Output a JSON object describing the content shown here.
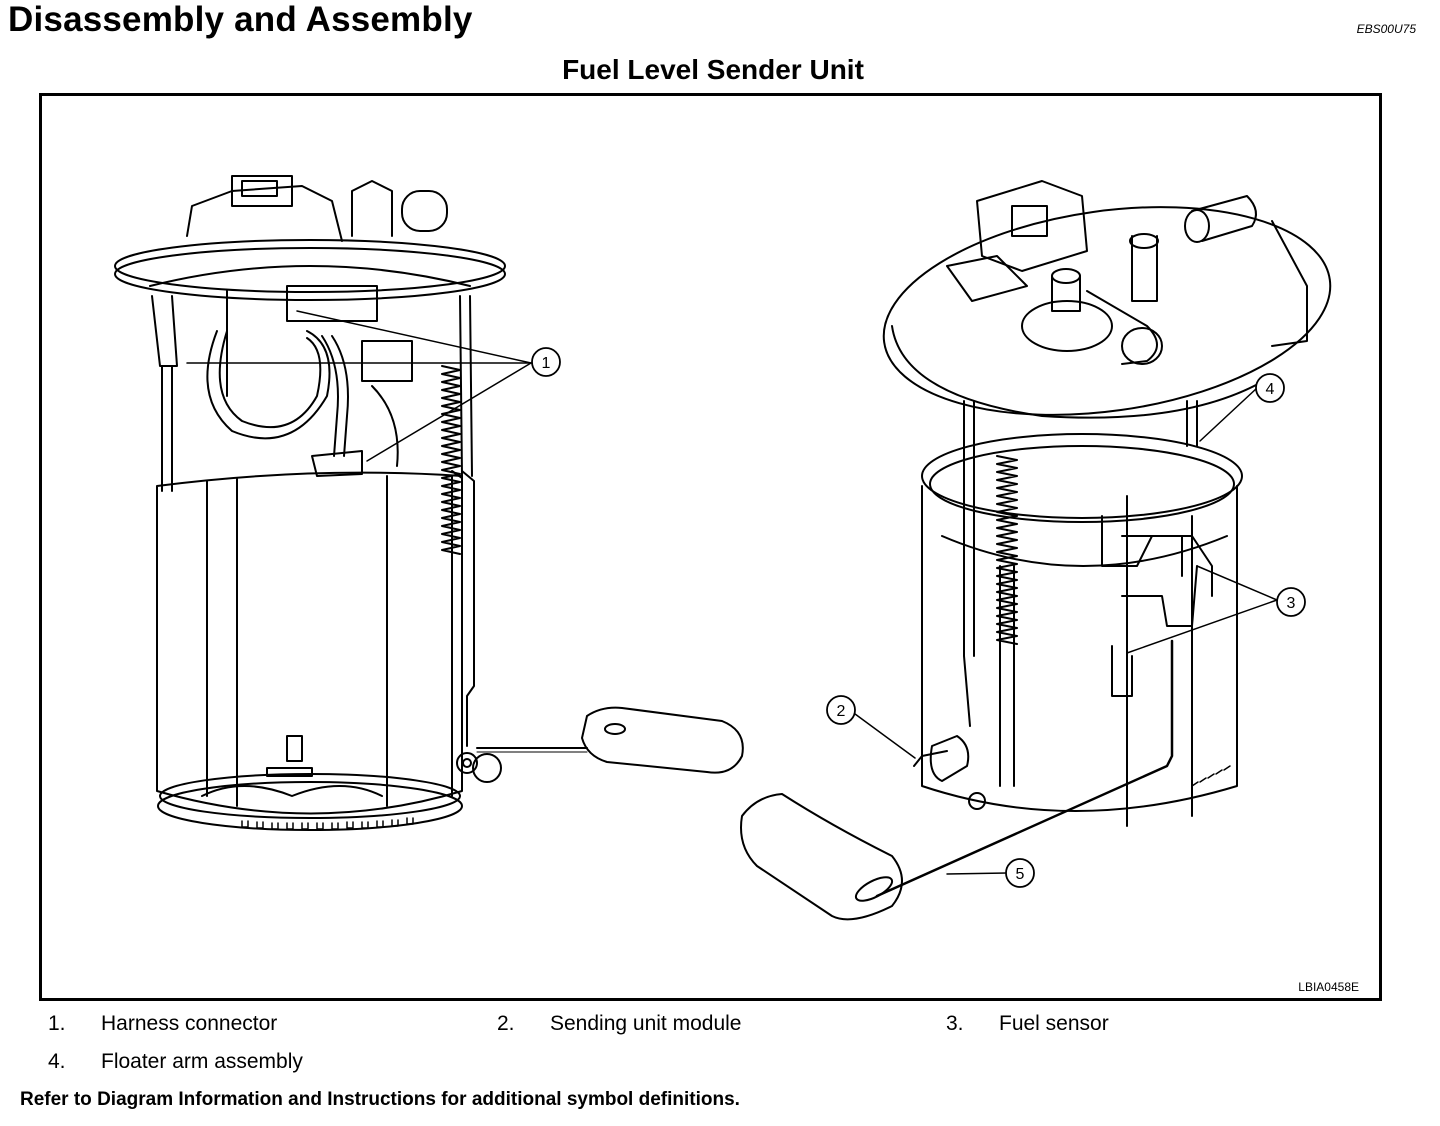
{
  "header": {
    "title": "Disassembly and Assembly",
    "doc_code": "EBS00U75"
  },
  "figure": {
    "title": "Fuel Level Sender Unit",
    "figure_id": "LBIA0458E",
    "callouts": [
      "1",
      "1",
      "2",
      "3",
      "3",
      "4",
      "5"
    ]
  },
  "legend": [
    {
      "num": "1.",
      "text": "Harness connector"
    },
    {
      "num": "2.",
      "text": "Sending unit module"
    },
    {
      "num": "3.",
      "text": "Fuel sensor"
    },
    {
      "num": "4.",
      "text": "Floater arm assembly"
    }
  ],
  "footnote": "Refer to Diagram Information and Instructions for additional symbol definitions."
}
